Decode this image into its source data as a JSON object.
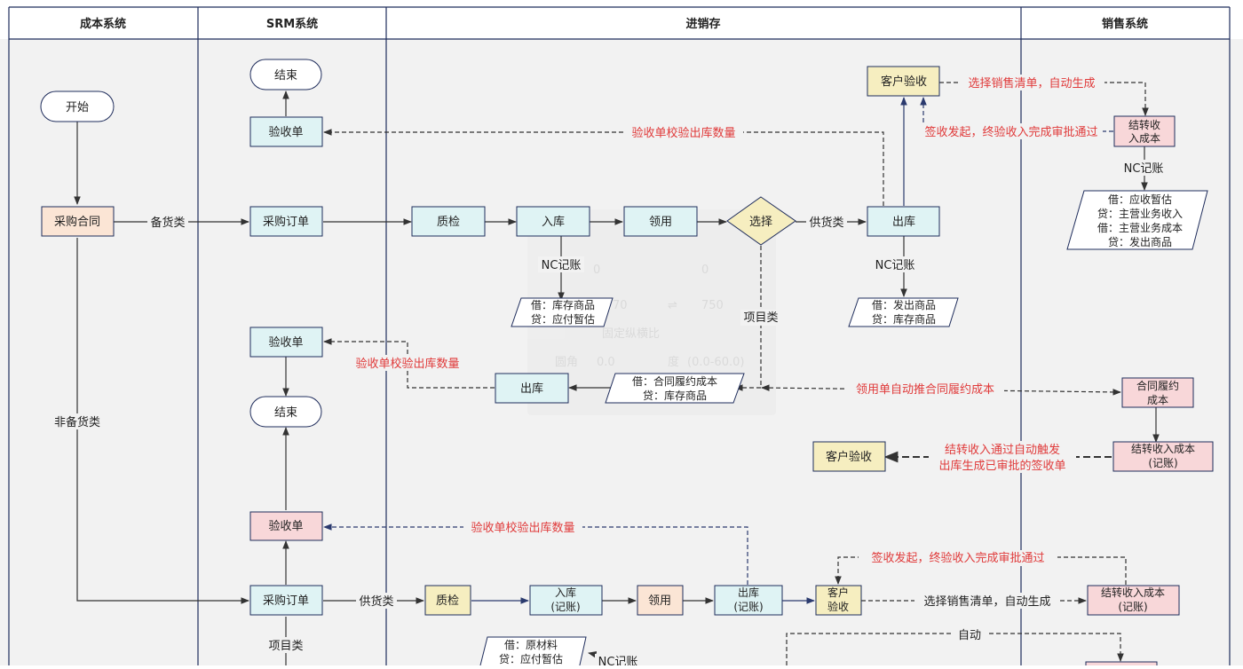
{
  "lanes": [
    {
      "id": "cost",
      "label": "成本系统"
    },
    {
      "id": "srm",
      "label": "SRM系统"
    },
    {
      "id": "inv",
      "label": "进销存"
    },
    {
      "id": "sales",
      "label": "销售系统"
    }
  ],
  "nodes": {
    "start": "开始",
    "purchase_contract": "采购合同",
    "end_top": "结束",
    "acceptance_top": "验收单",
    "po_top": "采购订单",
    "qc_top": "质检",
    "instock_top": "入库",
    "use_top": "领用",
    "choose": "选择",
    "outstock_top": "出库",
    "customer_accept_top": "客户验收",
    "carry_income_cost": [
      "结转收",
      "入成本"
    ],
    "nc_note_top_left": [
      "借：库存商品",
      "贷：应付暂估"
    ],
    "nc_note_top_right": [
      "借：发出商品",
      "贷：库存商品"
    ],
    "nc_note_sales": [
      "借：应收暂估",
      "贷：主营业务收入",
      "借：主营业务成本",
      "贷：发出商品"
    ],
    "acceptance_mid": "验收单",
    "end_mid": "结束",
    "outstock_mid": "出库",
    "nc_note_project": [
      "借：合同履约成本",
      "贷：库存商品"
    ],
    "contract_perf_cost": [
      "合同履约",
      "成本"
    ],
    "customer_accept_mid": "客户验收",
    "carry_income_cost_posted": [
      "结转收入成本",
      "(记账)"
    ],
    "acceptance_bottom": "验收单",
    "po_bottom": "采购订单",
    "qc_bottom": "质检",
    "instock_bottom": [
      "入库",
      "(记账)"
    ],
    "use_bottom": "领用",
    "outstock_bottom": [
      "出库",
      "(记账)"
    ],
    "customer_accept_bottom": [
      "客户",
      "验收"
    ],
    "carry_income_cost_bottom": [
      "结转收入成本",
      "(记账)"
    ],
    "nc_note_bottom": [
      "借：原材料",
      "贷：应付暂估"
    ]
  },
  "edge_labels": {
    "stock_type": "备货类",
    "non_stock_type": "非备货类",
    "supply_type_top": "供货类",
    "nc_posting_1": "NC记账",
    "nc_posting_2": "NC记账",
    "nc_posting_3": "NC记账",
    "nc_posting_4": "NC记账",
    "project_type_top": "项目类",
    "project_type_bottom": "项目类",
    "supply_type_bottom": "供货类",
    "check_qty_1": "验收单校验出库数量",
    "check_qty_2": "验收单校验出库数量",
    "check_qty_3": "验收单校验出库数量",
    "select_sales_list_top": "选择销售清单，自动生成",
    "sign_flow_top": "签收发起，终验收入完成审批通过",
    "auto_push_cost": "领用单自动推合同履约成本",
    "auto_trigger": [
      "结转收入通过自动触发",
      "出库生成已审批的签收单"
    ],
    "sign_flow_bottom": "签收发起，终验收入完成审批通过",
    "select_sales_list_bottom": "选择销售清单，自动生成",
    "auto": "自动"
  },
  "watermark": {
    "zero_a": "0",
    "zero_b": "0",
    "val_a": "70",
    "val_b": "750",
    "swap_glyph": "⇌",
    "label_1": "固定纵横比",
    "label_2": "圆角",
    "range": "0.0-60.0",
    "deg_a": "0.0",
    "deg_b": "度",
    "range_full": "(0.0-60.0)"
  },
  "colors": {
    "lane_border": "#1f2d5c",
    "node_blue": "#dff3f4",
    "node_orange": "#fbe5d5",
    "node_pink": "#f8d7d9",
    "node_yellow": "#f6eec0",
    "edge_red": "#e03a3a",
    "edge_navy": "#2b3a6e"
  }
}
